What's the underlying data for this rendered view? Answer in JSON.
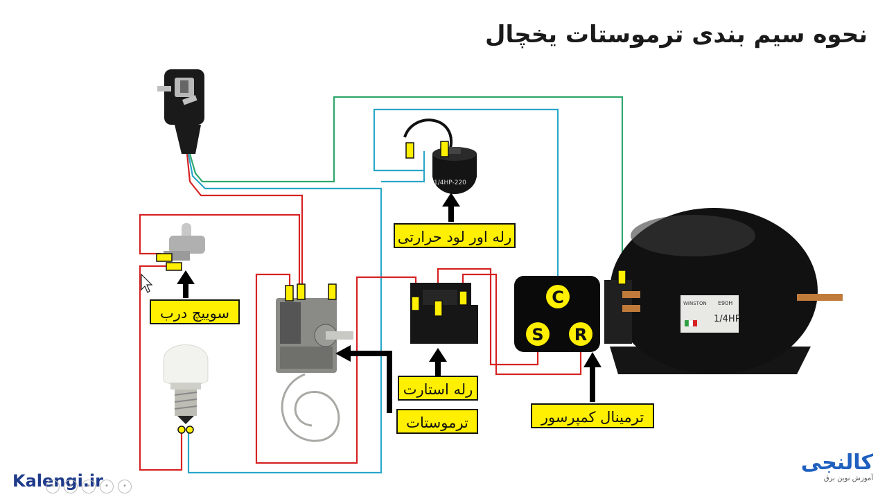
{
  "title": "نحوه سیم بندی ترموستات یخچال",
  "labels": {
    "overload": "رله اور لود حرارتی",
    "door_switch": "سوییچ درب",
    "start_relay": "رله استارت",
    "thermostat": "ترموستات",
    "compressor_terminal": "ترمینال کمپرسور"
  },
  "terminals": {
    "c": "C",
    "s": "S",
    "r": "R"
  },
  "overload_marking": "1/4HP-220",
  "compressor_plate": {
    "brand": "WINSTON",
    "model": "E90H",
    "hp": "1/4HP"
  },
  "branding": {
    "left_logo": "Kalengi.ir",
    "right_logo": "کالنجی",
    "right_tagline": "آموزش نوین برق"
  },
  "colors": {
    "red_wire": "#d62222",
    "green_wire": "#2ea76b",
    "blue_wire": "#2aa6c9",
    "label_bg": "#ffef00",
    "terminal_box": "#0a0a0a"
  },
  "icons": {
    "plug": "power-plug-icon",
    "cursor": "mouse-pointer-icon"
  }
}
